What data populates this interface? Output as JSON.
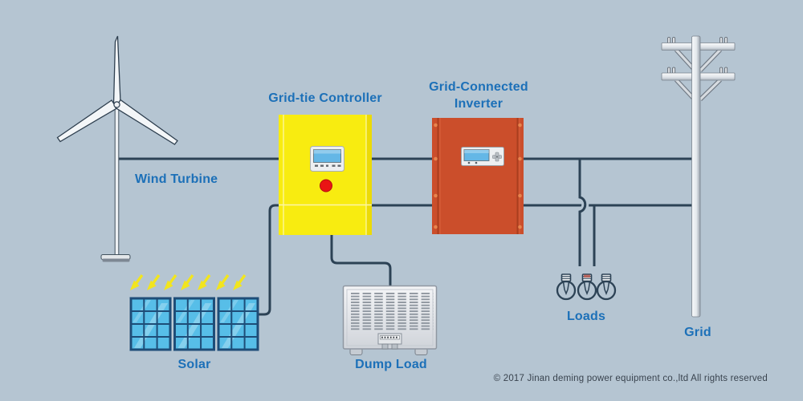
{
  "labels": {
    "wind_turbine": "Wind Turbine",
    "controller": "Grid-tie Controller",
    "inverter": "Grid-Connected Inverter",
    "solar": "Solar",
    "dump_load": "Dump Load",
    "loads": "Loads",
    "grid": "Grid"
  },
  "footer": {
    "copyright": "© 2017 Jinan deming power equipment co.,ltd All rights reserved"
  },
  "colors": {
    "background": "#b5c5d2",
    "wire": "#2c4255",
    "label-blue": "#1c70b8",
    "controller-yellow": "#f8ec10",
    "inverter-red": "#cb4e2b",
    "solar-cell-blue": "#57bee8",
    "solar-grid-navy": "#1e4d78",
    "lcd-blue": "#64b7e6",
    "led-red": "#ea1414",
    "sun-ray-yellow": "#f2e51e",
    "footer-text": "#39434e"
  },
  "components": [
    {
      "id": "wind-turbine",
      "label": "Wind Turbine",
      "type": "power-source"
    },
    {
      "id": "solar",
      "label": "Solar",
      "type": "power-source"
    },
    {
      "id": "grid-tie-controller",
      "label": "Grid-tie Controller",
      "type": "controller"
    },
    {
      "id": "grid-connected-inverter",
      "label": "Grid-Connected Inverter",
      "type": "inverter"
    },
    {
      "id": "dump-load",
      "label": "Dump Load",
      "type": "load"
    },
    {
      "id": "loads",
      "label": "Loads",
      "type": "load"
    },
    {
      "id": "grid",
      "label": "Grid",
      "type": "utility-grid"
    }
  ],
  "connections": [
    {
      "from": "wind-turbine",
      "to": "grid-tie-controller"
    },
    {
      "from": "solar",
      "to": "grid-tie-controller"
    },
    {
      "from": "grid-tie-controller",
      "to": "grid-connected-inverter"
    },
    {
      "from": "grid-tie-controller",
      "to": "dump-load"
    },
    {
      "from": "grid-connected-inverter",
      "to": "loads"
    },
    {
      "from": "grid-connected-inverter",
      "to": "grid"
    }
  ]
}
